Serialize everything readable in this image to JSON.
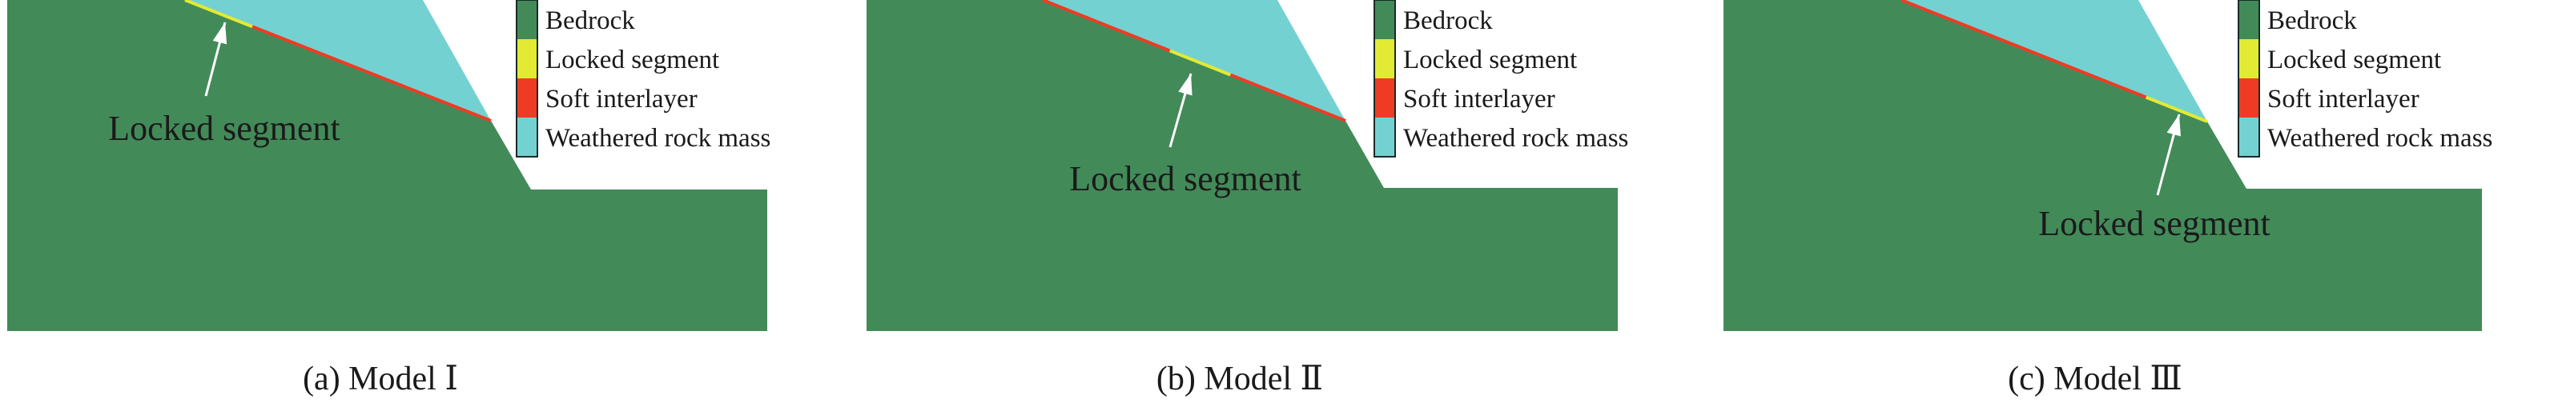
{
  "legend": {
    "items": [
      {
        "label": "Bedrock",
        "color": "#438a59"
      },
      {
        "label": "Locked segment",
        "color": "#e3ea33"
      },
      {
        "label": "Soft interlayer",
        "color": "#ef3b24"
      },
      {
        "label": "Weathered rock mass",
        "color": "#74d1d2"
      }
    ]
  },
  "panels": [
    {
      "caption": "(a) Model Ⅰ",
      "annotation": "Locked segment",
      "locked_segment_location": "top"
    },
    {
      "caption": "(b) Model Ⅱ",
      "annotation": "Locked segment",
      "locked_segment_location": "middle"
    },
    {
      "caption": "(c) Model Ⅲ",
      "annotation": "Locked segment",
      "locked_segment_location": "bottom"
    }
  ]
}
